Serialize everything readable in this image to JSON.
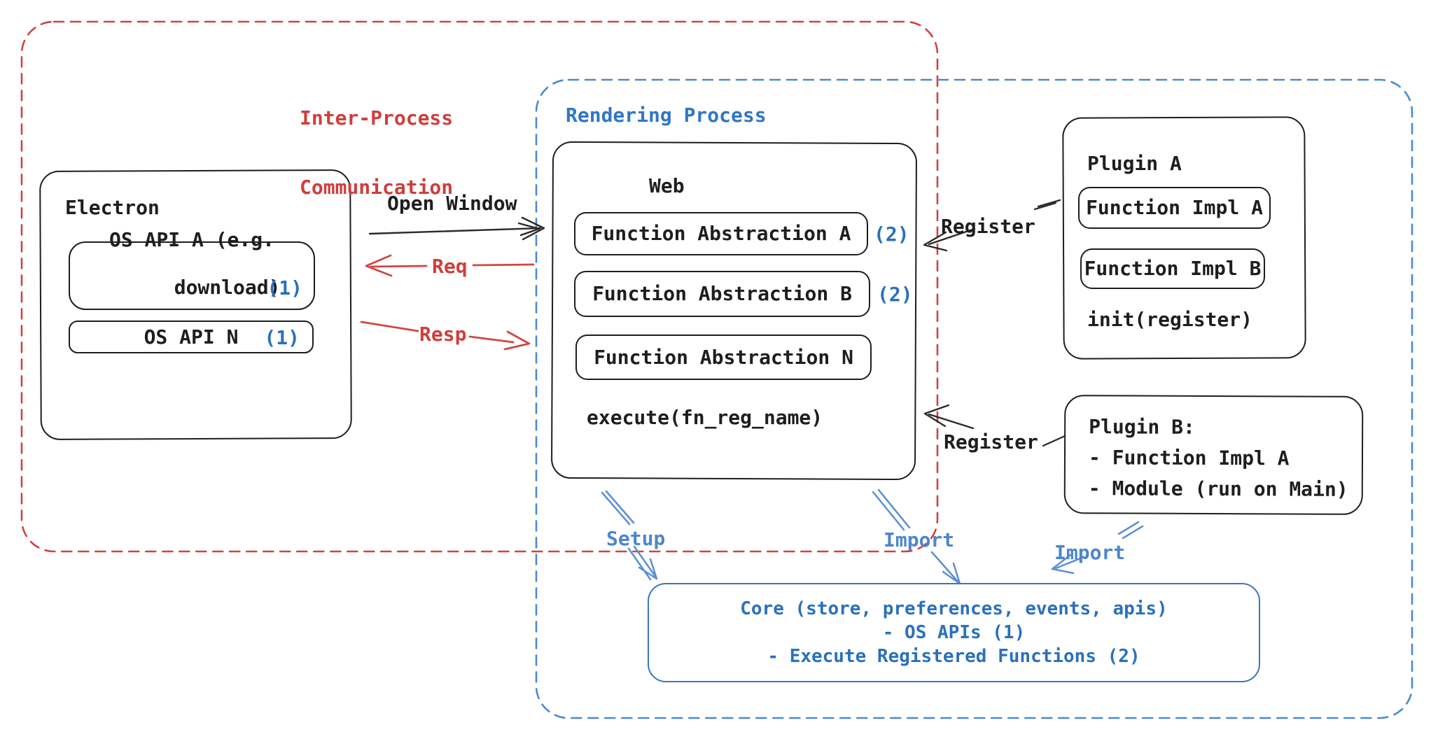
{
  "colors": {
    "ink": "#1e1e1e",
    "red": "#cf3e3c",
    "blue": "#2b70bd",
    "blue_label": "#4c86cf",
    "blue_dash": "#4d89cf"
  },
  "ipc": {
    "label_line1": "Inter-Process",
    "label_line2": "Communication"
  },
  "rendering": {
    "label": "Rendering Process"
  },
  "electron": {
    "title": "Electron",
    "os_api_a_line1": "OS API A (e.g.",
    "os_api_a_line2": "download)",
    "os_api_a_badge": "(1)",
    "os_api_n_label": "OS API N",
    "os_api_n_badge": "(1)"
  },
  "web": {
    "title": "Web",
    "abstractions": [
      {
        "label": "Function Abstraction A",
        "badge": "(2)"
      },
      {
        "label": "Function Abstraction B",
        "badge": "(2)"
      },
      {
        "label": "Function Abstraction N",
        "badge": ""
      }
    ],
    "footer": "execute(fn_reg_name)"
  },
  "plugin_a": {
    "title": "Plugin A",
    "impl_a": "Function Impl A",
    "impl_b": "Function Impl B",
    "footer": "init(register)"
  },
  "plugin_b": {
    "line1": "Plugin B:",
    "line2": "- Function Impl A",
    "line3": "- Module (run on Main)"
  },
  "core": {
    "line1": "Core (store, preferences, events, apis)",
    "line2": "- OS APIs (1)",
    "line3": "- Execute Registered Functions (2)"
  },
  "arrows": {
    "open_window": "Open Window",
    "req": "Req",
    "resp": "Resp",
    "register_a": "Register",
    "register_b": "Register",
    "setup": "Setup",
    "import_web": "Import",
    "import_plugin": "Import"
  }
}
